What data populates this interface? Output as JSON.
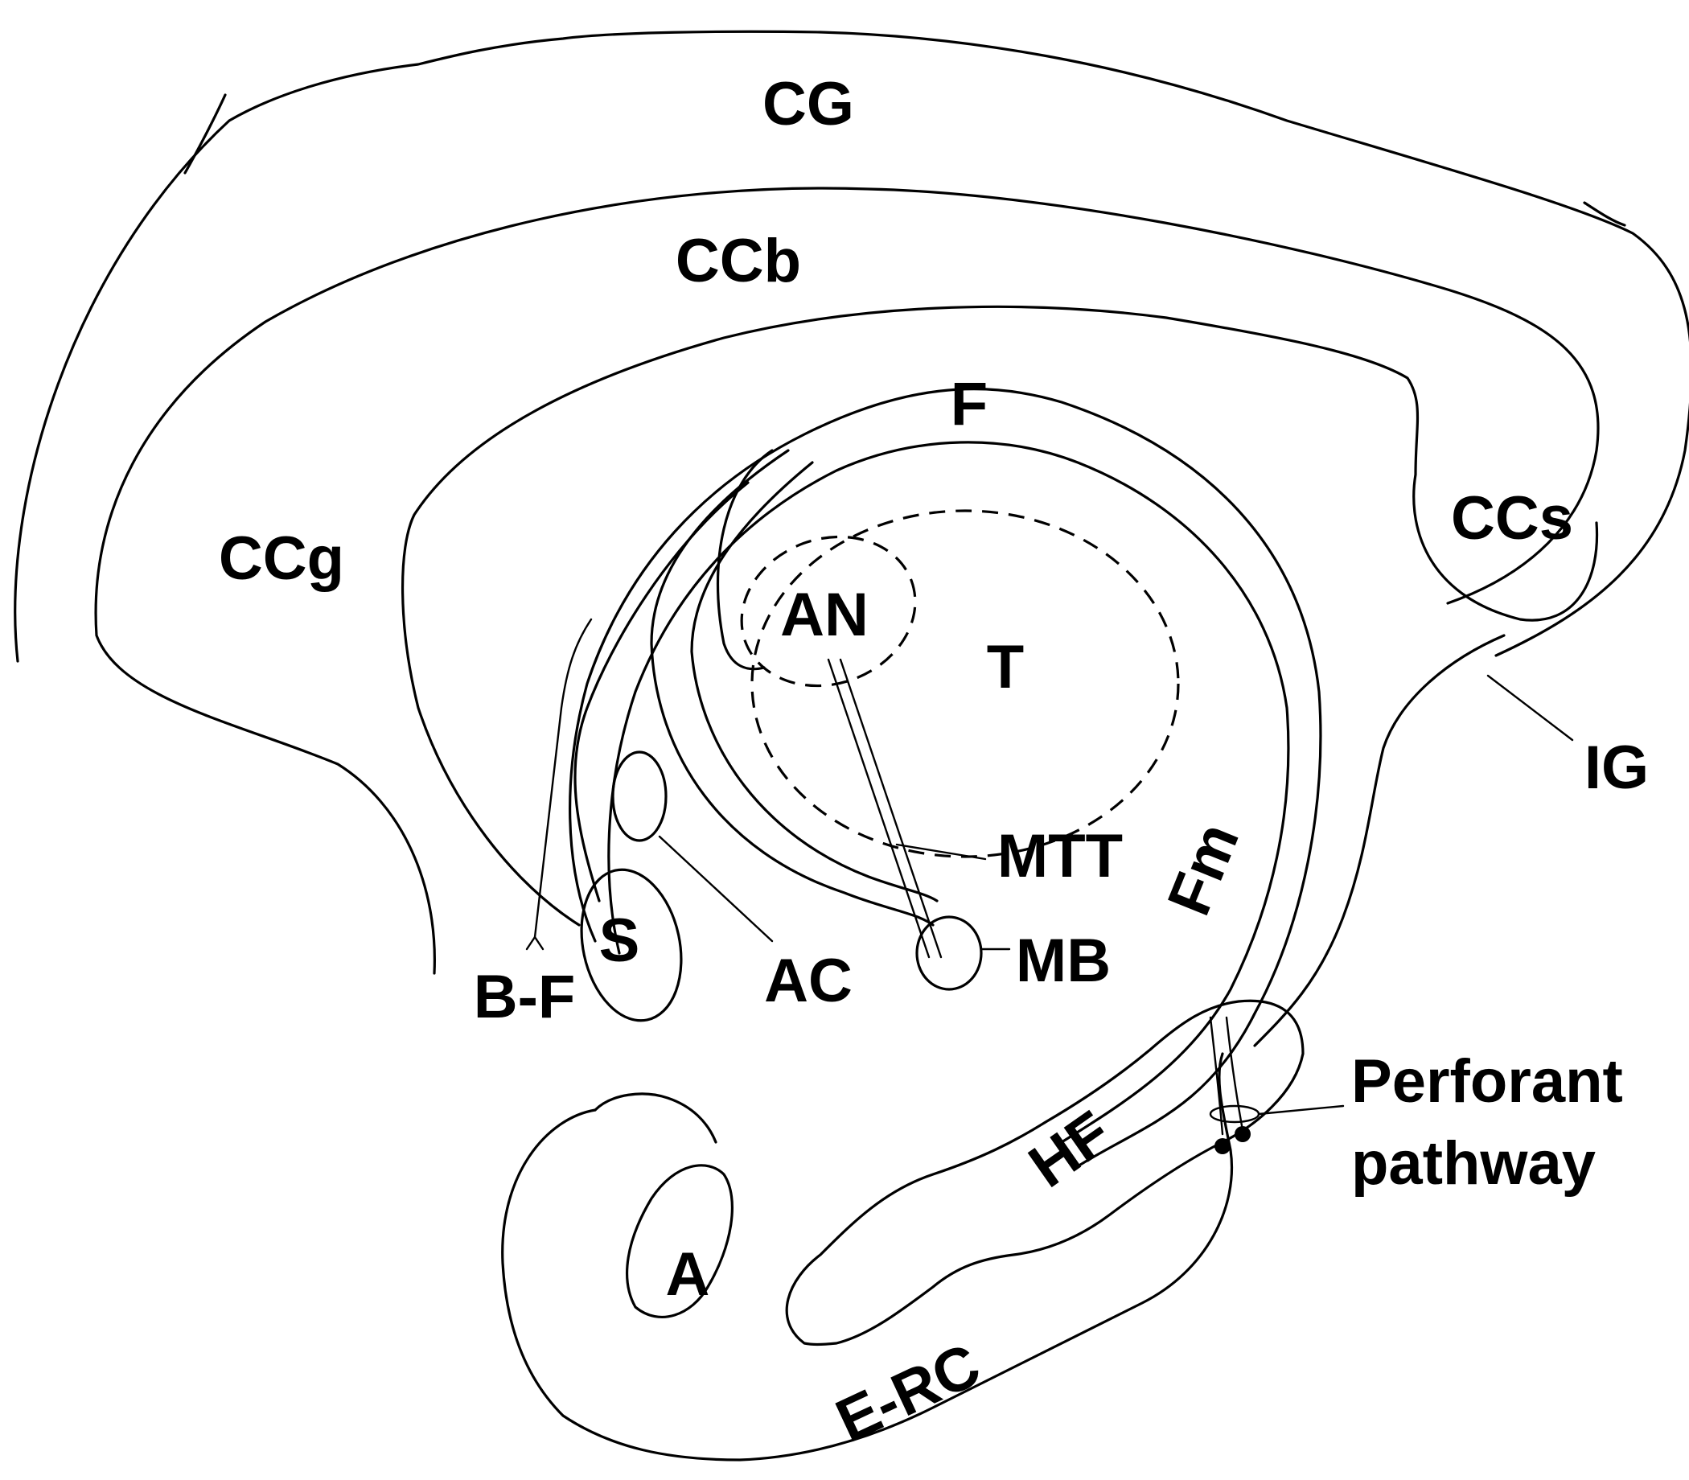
{
  "labels": {
    "cg": "CG",
    "ccb": "CCb",
    "ccg": "CCg",
    "ccs": "CCs",
    "f": "F",
    "an": "AN",
    "t": "T",
    "ig": "IG",
    "mtt": "MTT",
    "fm": "Fm",
    "s": "S",
    "bf": "B-F",
    "ac": "AC",
    "mb": "MB",
    "perforant_line1": "Perforant",
    "perforant_line2": "pathway",
    "hf": "HF",
    "a": "A",
    "erc": "E-RC"
  }
}
